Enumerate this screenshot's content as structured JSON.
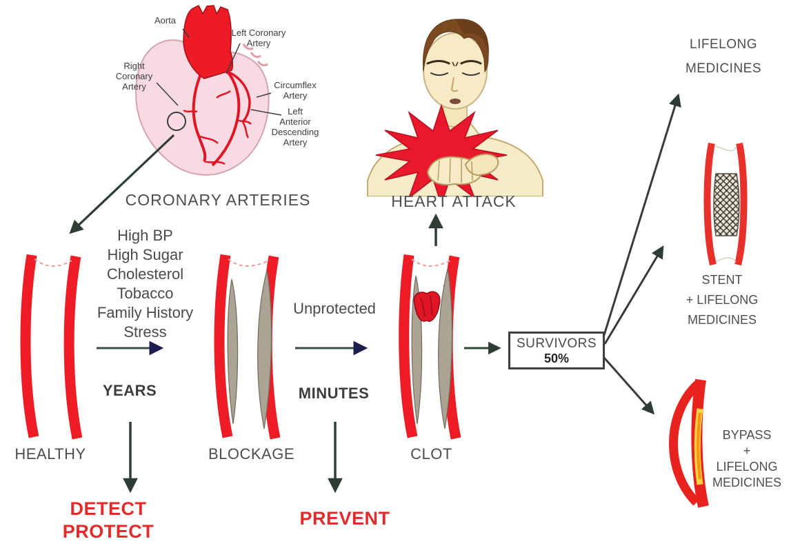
{
  "colors": {
    "artery_red": "#ee1c25",
    "plaque_gray": "#aba393",
    "text_gray": "#4d4d4d",
    "alert_red": "#e42b2b",
    "arrow_dark": "#2e3d34",
    "arrowhead_navy": "#1d1d4e",
    "heart_pink": "#f8dbe2",
    "skin": "#f7ecca",
    "hair_brown": "#7b4a21"
  },
  "heart": {
    "caption": "CORONARY ARTERIES",
    "labels": {
      "aorta": "Aorta",
      "left_coronary": "Left Coronary\nArtery",
      "right_coronary": "Right\nCoronary\nArtery",
      "circumflex": "Circumflex\nArtery",
      "lad": "Left\nAnterior\nDescending\nArtery"
    }
  },
  "heart_attack": {
    "caption": "HEART ATTACK"
  },
  "progression": {
    "risk_factors": [
      "High BP",
      "High Sugar",
      "Cholesterol",
      "Tobacco",
      "Family History",
      "Stress"
    ],
    "years": "YEARS",
    "unprotected": "Unprotected",
    "minutes": "MINUTES",
    "healthy": "HEALTHY",
    "blockage": "BLOCKAGE",
    "clot": "CLOT",
    "detect_protect": "DETECT\nPROTECT",
    "prevent": "PREVENT"
  },
  "survivors": {
    "label": "SURVIVORS",
    "percent": "50%"
  },
  "outcomes": {
    "medicines": "LIFELONG\nMEDICINES",
    "stent": "STENT\n+ LIFELONG\nMEDICINES",
    "bypass": "BYPASS\n+\nLIFELONG\nMEDICINES"
  }
}
